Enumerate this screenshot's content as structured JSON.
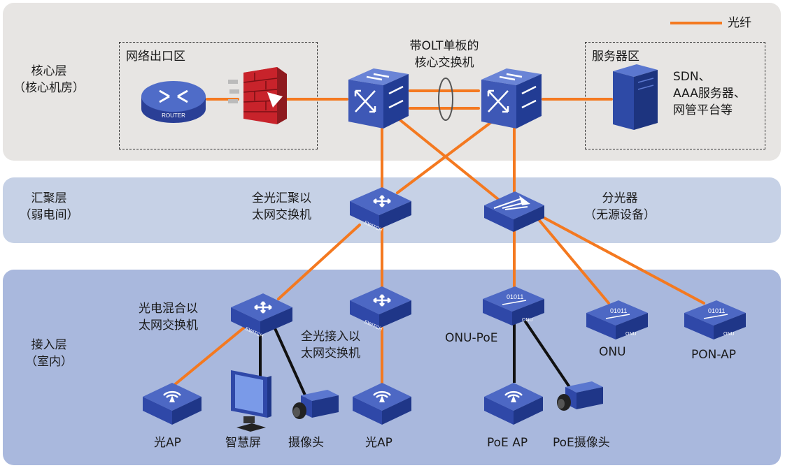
{
  "legend": {
    "fiber": "光纤"
  },
  "layers": {
    "core": [
      "核心层",
      "（核心机房）"
    ],
    "aggregation": [
      "汇聚层",
      "（弱电间）"
    ],
    "access": [
      "接入层",
      "（室内）"
    ]
  },
  "zones": {
    "egress": "网络出口区",
    "server": "服务器区"
  },
  "labels": {
    "core_switch": [
      "带OLT单板的",
      "核心交换机"
    ],
    "servers": [
      "SDN、",
      "AAA服务器、",
      "网管平台等"
    ],
    "agg_switch": [
      "全光汇聚以",
      "太网交换机"
    ],
    "splitter": [
      "分光器",
      "（无源设备）"
    ],
    "hybrid_switch": [
      "光电混合以",
      "太网交换机"
    ],
    "access_switch": [
      "全光接入以",
      "太网交换机"
    ],
    "onu_poe": "ONU-PoE",
    "onu": "ONU",
    "pon_ap": "PON-AP",
    "ap1": "光AP",
    "screen": "智慧屏",
    "camera": "摄像头",
    "ap2": "光AP",
    "poe_ap": "PoE AP",
    "poe_camera": "PoE摄像头"
  },
  "device_text": {
    "router": "ROUTER",
    "switch": "SWITCH",
    "onu": "ONU",
    "bits": "01011"
  },
  "colors": {
    "fiber": "#f47920",
    "cable": "#111111",
    "device_blue": "#2f48a8",
    "device_light": "#4d68c4",
    "firewall": "#c8232b"
  }
}
